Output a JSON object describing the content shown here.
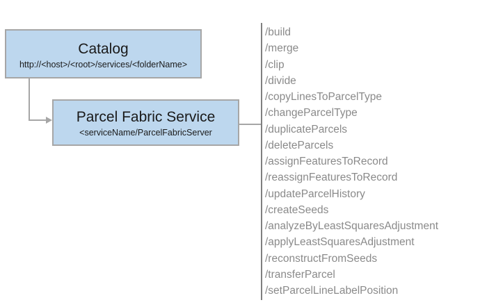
{
  "diagram": {
    "catalog_box": {
      "title": "Catalog",
      "subtitle": "http://<host>/<root>/services/<folderName>"
    },
    "service_box": {
      "title": "Parcel Fabric Service",
      "subtitle": "<serviceName/ParcelFabricServer"
    },
    "endpoints": [
      "/build",
      "/merge",
      "/clip",
      "/divide",
      "/copyLinesToParcelType",
      "/changeParcelType",
      "/duplicateParcels",
      "/deleteParcels",
      "/assignFeaturesToRecord",
      "/reassignFeaturesToRecord",
      "/updateParcelHistory",
      "/createSeeds",
      "/analyzeByLeastSquaresAdjustment",
      "/applyLeastSquaresAdjustment",
      "/reconstructFromSeeds",
      "/transferParcel",
      "/setParcelLineLabelPosition"
    ]
  },
  "colors": {
    "box_fill": "#bdd7ee",
    "box_border": "#a6a6a6",
    "connector": "#a6a6a6",
    "divider": "#7f7f7f",
    "endpoint_text": "#8a8a8a",
    "title_text": "#1a1a1a"
  }
}
